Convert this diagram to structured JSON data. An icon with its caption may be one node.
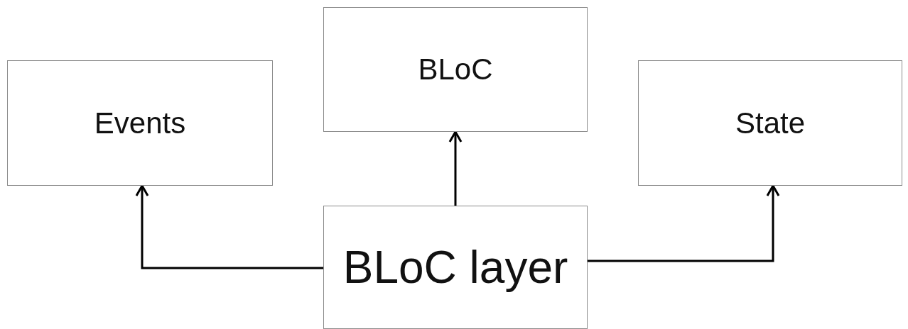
{
  "diagram": {
    "nodes": [
      {
        "text": [
          "Events"
        ]
      },
      {
        "text": [
          "BLoC"
        ]
      },
      {
        "text": [
          "State"
        ]
      },
      {
        "text": [
          "BLoC layer"
        ]
      }
    ],
    "edges": [
      {
        "from": 3,
        "to": 0,
        "arrow": "to"
      },
      {
        "from": 3,
        "to": 1,
        "arrow": "to"
      },
      {
        "from": 3,
        "to": 2,
        "arrow": "to"
      }
    ]
  }
}
